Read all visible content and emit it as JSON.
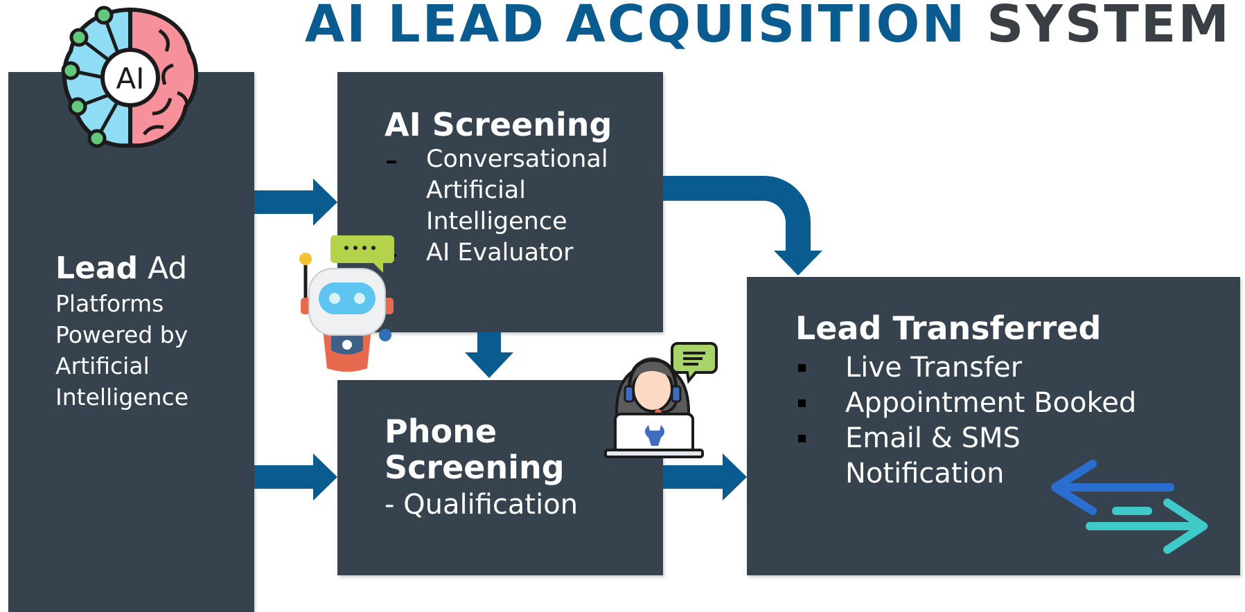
{
  "title": {
    "main": "AI LEAD ACQUISITION",
    "accent": "SYSTEM"
  },
  "lead_ad": {
    "heading_bold": "Lead",
    "heading_rest": " Ad",
    "lines": [
      "Platforms",
      "Powered by",
      "Artificial",
      "Intelligence"
    ]
  },
  "ai_screening": {
    "title": "AI Screening",
    "items": [
      "Conversational",
      "Artificial",
      "Intelligence",
      "AI Evaluator"
    ]
  },
  "phone_screening": {
    "title_line1": "Phone",
    "title_line2": "Screening",
    "subtitle": "- Qualification"
  },
  "lead_transferred": {
    "title": "Lead Transferred",
    "items": [
      "Live Transfer",
      "Appointment Booked",
      "Email & SMS",
      "Notification"
    ]
  },
  "brain_icon": {
    "label": "AI"
  },
  "icons": [
    "brain-ai-icon",
    "robot-chat-icon",
    "support-agent-icon",
    "transfer-arrows-icon"
  ],
  "colors": {
    "title_blue": "#0a5b8f",
    "title_gray": "#3a3f45",
    "box": "#36424d",
    "arrow": "#0a5b8f",
    "text": "#ffffff"
  }
}
